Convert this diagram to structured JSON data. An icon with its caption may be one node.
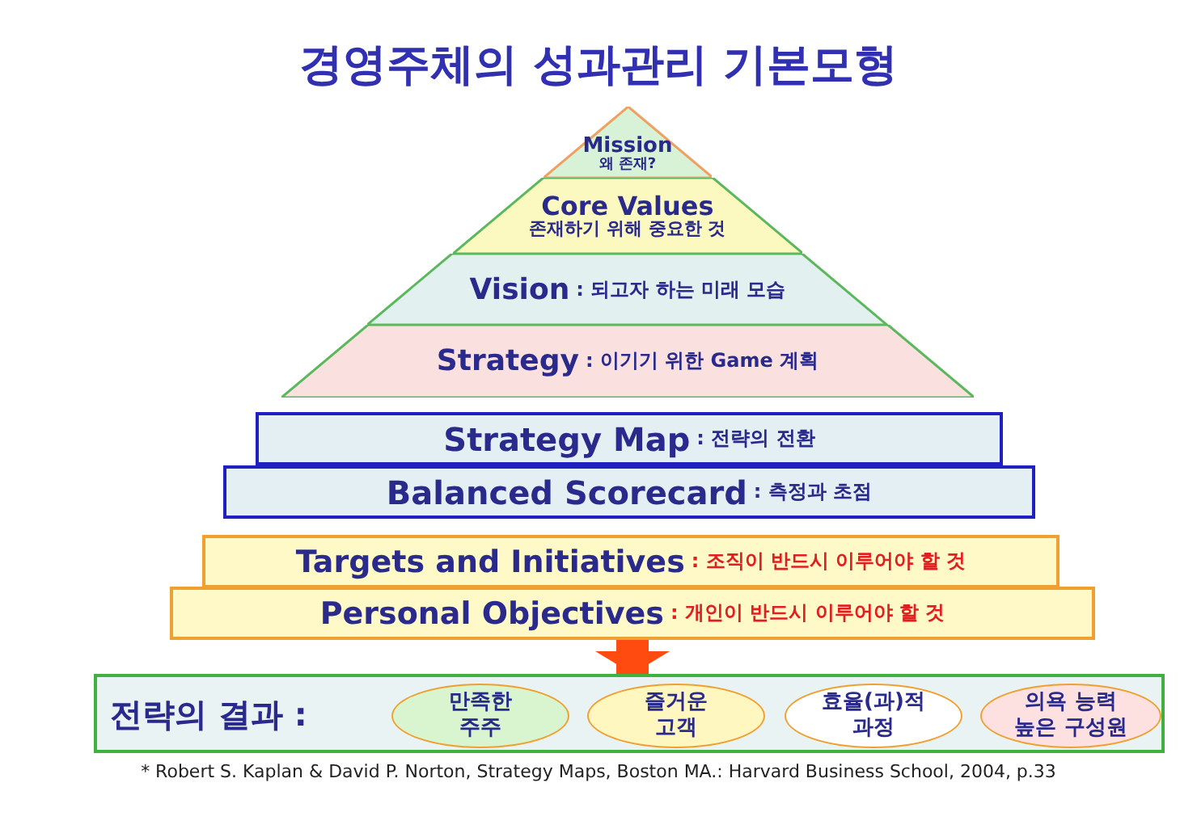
{
  "diagram": {
    "title": "경영주체의 성과관리 기본모형",
    "caption": "* Robert S. Kaplan & David P. Norton, Strategy Maps, Boston MA.: Harvard Business School, 2004, p.33",
    "nodes": [
      {
        "text": [
          "Mission",
          "왜 존재?"
        ]
      },
      {
        "text": [
          "Core Values",
          "존재하기 위해 중요한 것"
        ]
      },
      {
        "text": [
          "Vision",
          ": 되고자 하는 미래 모습"
        ]
      },
      {
        "text": [
          "Strategy",
          ": 이기기 위한 Game 계획"
        ]
      },
      {
        "text": [
          "Strategy Map",
          ": 전략의 전환"
        ]
      },
      {
        "text": [
          "Balanced Scorecard",
          ": 측정과 초점"
        ]
      },
      {
        "text": [
          "Targets and Initiatives",
          ": 조직이 반드시 이루어야 할 것"
        ]
      },
      {
        "text": [
          "Personal Objectives",
          ": 개인이 반드시 이루어야 할 것"
        ]
      },
      {
        "text": [
          "전략의 결과 :"
        ]
      },
      {
        "text": [
          "만족한 주주"
        ],
        "in": 8
      },
      {
        "text": [
          "즐거운 고객"
        ],
        "in": 8
      },
      {
        "text": [
          "효율(과)적 과정"
        ],
        "in": 8
      },
      {
        "text": [
          "의욕 능력 높은 구성원"
        ],
        "in": 8
      }
    ],
    "edges": [
      {
        "from": 7,
        "to": 8,
        "arrow": "to"
      }
    ]
  }
}
